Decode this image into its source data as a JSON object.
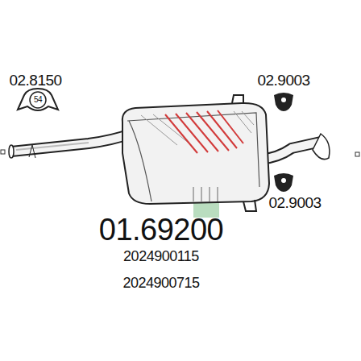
{
  "diagram": {
    "labels": [
      "02.8150",
      "54",
      "02.9003",
      "02.9003",
      "01.69200",
      "2024900115",
      "2024900715"
    ]
  }
}
